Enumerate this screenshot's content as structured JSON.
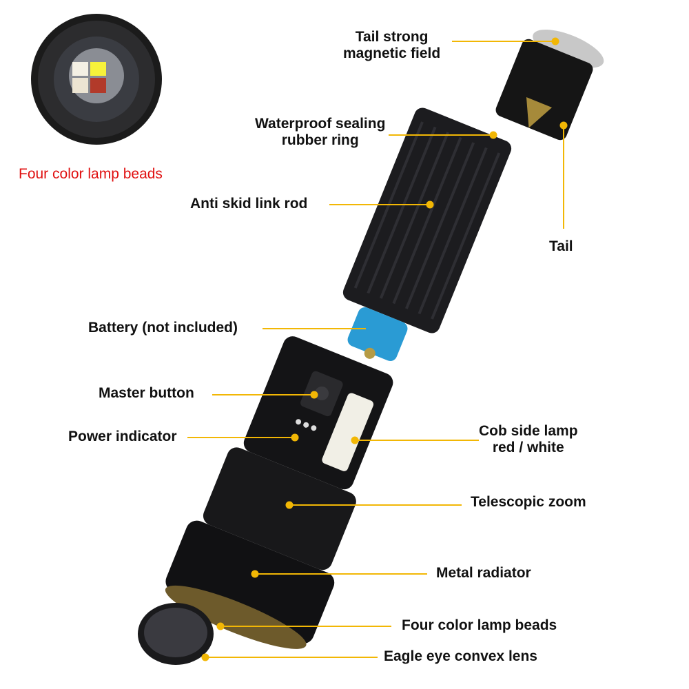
{
  "inset": {
    "caption": "Four color lamp beads",
    "caption_color": "#e01010",
    "bead_colors": [
      "#f4f0e4",
      "#f7f23a",
      "#ece4d2",
      "#b23a2a"
    ]
  },
  "callout_color": "#f2b705",
  "labels": {
    "tail_magnet_line1": "Tail strong",
    "tail_magnet_line2": "magnetic field",
    "waterproof_line1": "Waterproof sealing",
    "waterproof_line2": "rubber ring",
    "anti_skid": "Anti skid link rod",
    "tail": "Tail",
    "battery": "Battery (not included)",
    "master_button": "Master button",
    "power_indicator": "Power indicator",
    "cob_line1": "Cob side lamp",
    "cob_line2": "red / white",
    "telescopic_zoom": "Telescopic zoom",
    "metal_radiator": "Metal radiator",
    "four_color_beads": "Four color lamp beads",
    "eagle_eye_lens": "Eagle eye convex lens"
  }
}
